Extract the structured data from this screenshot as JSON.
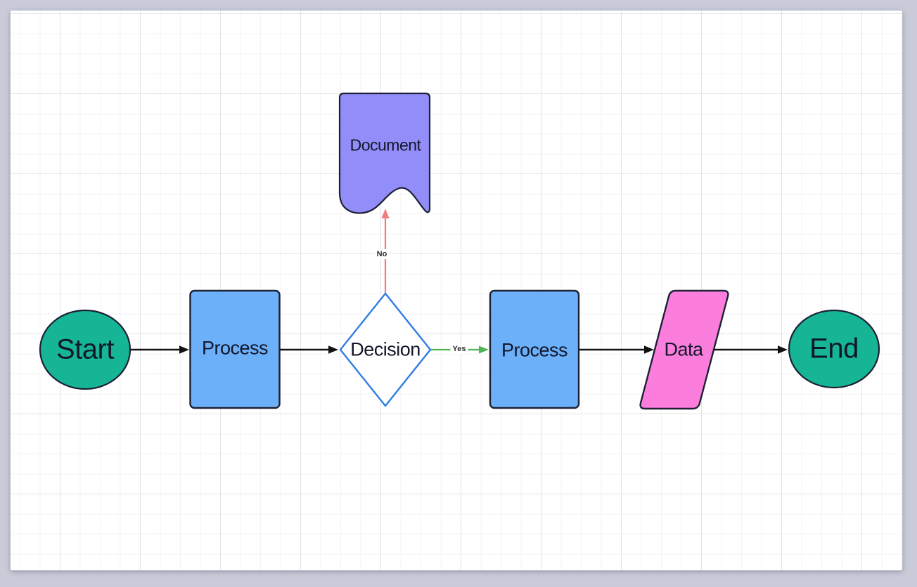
{
  "window": {
    "background_color": "#c9ccd8",
    "canvas": {
      "color": "#ffffff",
      "grid_minor_color": "#f3f3f7",
      "grid_major_color": "#e2e3e9"
    }
  },
  "diagram": {
    "nodes": [
      {
        "id": "start",
        "shape": "terminator-ellipse",
        "label": "Start",
        "fill": "#16b596",
        "stroke": "#1d2133"
      },
      {
        "id": "process-1",
        "shape": "rectangle",
        "label": "Process",
        "fill": "#6cb0fa",
        "stroke": "#1d2133"
      },
      {
        "id": "decision",
        "shape": "diamond",
        "label": "Decision",
        "fill": "#ffffff",
        "stroke": "#2e7de3"
      },
      {
        "id": "document",
        "shape": "document",
        "label": "Document",
        "fill": "#928df8",
        "stroke": "#1d2133"
      },
      {
        "id": "process-2",
        "shape": "rectangle",
        "label": "Process",
        "fill": "#6cb0fa",
        "stroke": "#1d2133"
      },
      {
        "id": "data",
        "shape": "parallelogram",
        "label": "Data",
        "fill": "#fb7edc",
        "stroke": "#1d2133"
      },
      {
        "id": "end",
        "shape": "terminator-ellipse",
        "label": "End",
        "fill": "#16b596",
        "stroke": "#1d2133"
      }
    ],
    "connectors": [
      {
        "id": "start-to-process1",
        "label": "",
        "color": "#111111"
      },
      {
        "id": "process1-to-decision",
        "label": "",
        "color": "#111111"
      },
      {
        "id": "decision-to-process2",
        "label": "Yes",
        "color": "#50b455"
      },
      {
        "id": "decision-to-document",
        "label": "No",
        "color": "#f07e7e"
      },
      {
        "id": "process2-to-data",
        "label": "",
        "color": "#111111"
      },
      {
        "id": "data-to-end",
        "label": "",
        "color": "#111111"
      }
    ]
  }
}
